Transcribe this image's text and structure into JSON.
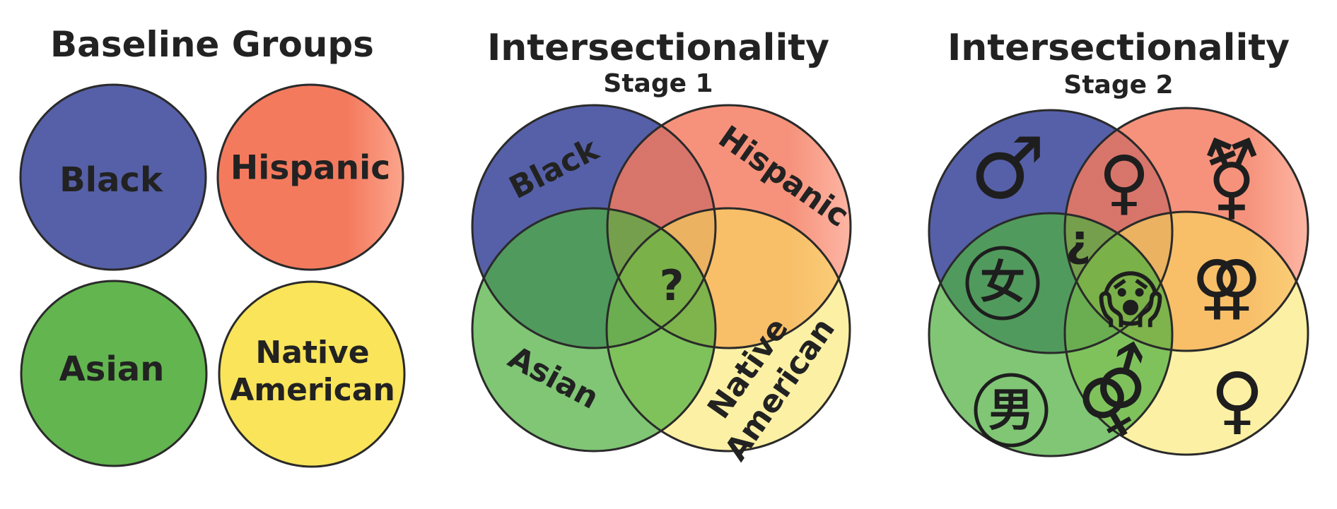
{
  "panels": {
    "baseline": {
      "title": "Baseline Groups",
      "labels": {
        "black": "Black",
        "hispanic": "Hispanic",
        "asian": "Asian",
        "native_line1": "Native",
        "native_line2": "American"
      }
    },
    "stage1": {
      "title": "Intersectionality",
      "subtitle": "Stage 1",
      "labels": {
        "black": "Black",
        "hispanic": "Hispanic",
        "asian": "Asian",
        "native_line1": "Native",
        "native_line2": "American",
        "center": "?"
      }
    },
    "stage2": {
      "title": "Intersectionality",
      "subtitle": "Stage 2",
      "symbols": {
        "male": "♂",
        "female": "♀",
        "transgender": "⚧",
        "inverted_question": "¿",
        "kanji_woman": "女",
        "kanji_man": "男",
        "scream": "😱",
        "double_female": "⚢",
        "male_female": "⚤",
        "female_bottom": "♀"
      }
    }
  },
  "colors": {
    "black_group": "#5660a8",
    "hispanic_group": "#f47a5e",
    "asian_group": "#62b54f",
    "native_group": "#f9e45a"
  },
  "icons": {
    "male": "male-symbol-icon",
    "female": "female-symbol-icon",
    "transgender": "transgender-symbol-icon",
    "kanji_woman": "kanji-woman-icon",
    "kanji_man": "kanji-man-icon",
    "scream": "screaming-face-icon",
    "double_female": "double-female-symbol-icon",
    "male_female": "male-female-symbol-icon"
  }
}
